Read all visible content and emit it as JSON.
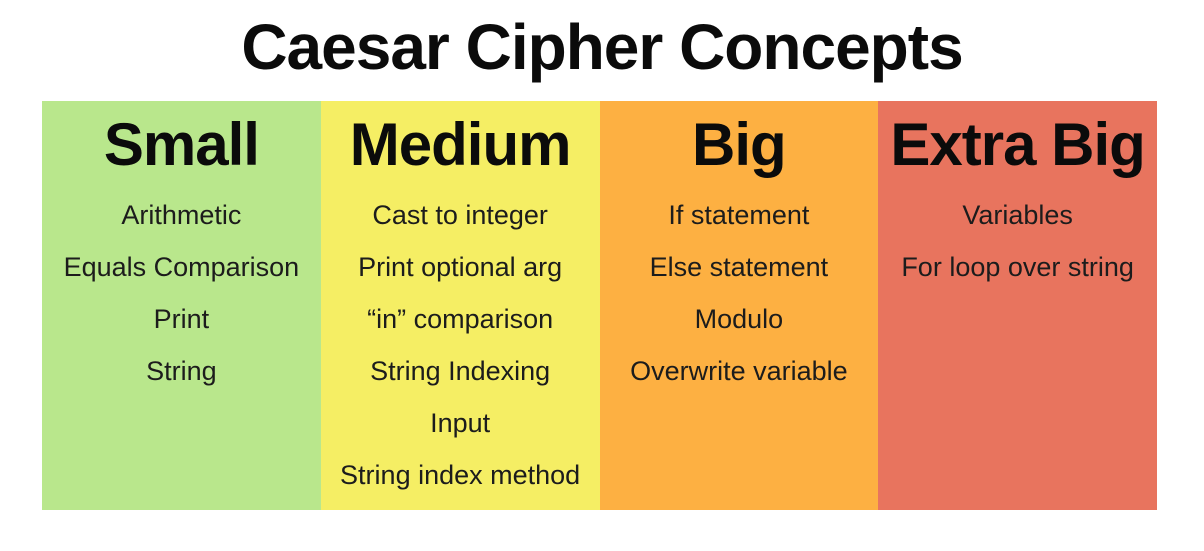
{
  "title": "Caesar Cipher Concepts",
  "palette": {
    "background": "#ffffff",
    "text": "#1c1c1c",
    "small_green": "#b9e78c",
    "medium_yellow": "#f5ee64",
    "big_orange": "#fdb042",
    "extra_big_red": "#e8745e"
  },
  "columns": [
    {
      "name": "Small",
      "color": "#b9e78c",
      "items": [
        "Arithmetic",
        "Equals Comparison",
        "Print",
        "String"
      ]
    },
    {
      "name": "Medium",
      "color": "#f5ee64",
      "items": [
        "Cast to integer",
        "Print optional arg",
        "“in” comparison",
        "String Indexing",
        "Input",
        "String index method"
      ]
    },
    {
      "name": "Big",
      "color": "#fdb042",
      "items": [
        "If statement",
        "Else statement",
        "Modulo",
        "Overwrite variable"
      ]
    },
    {
      "name": "Extra Big",
      "color": "#e8745e",
      "items": [
        "Variables",
        "For loop over string"
      ]
    }
  ]
}
